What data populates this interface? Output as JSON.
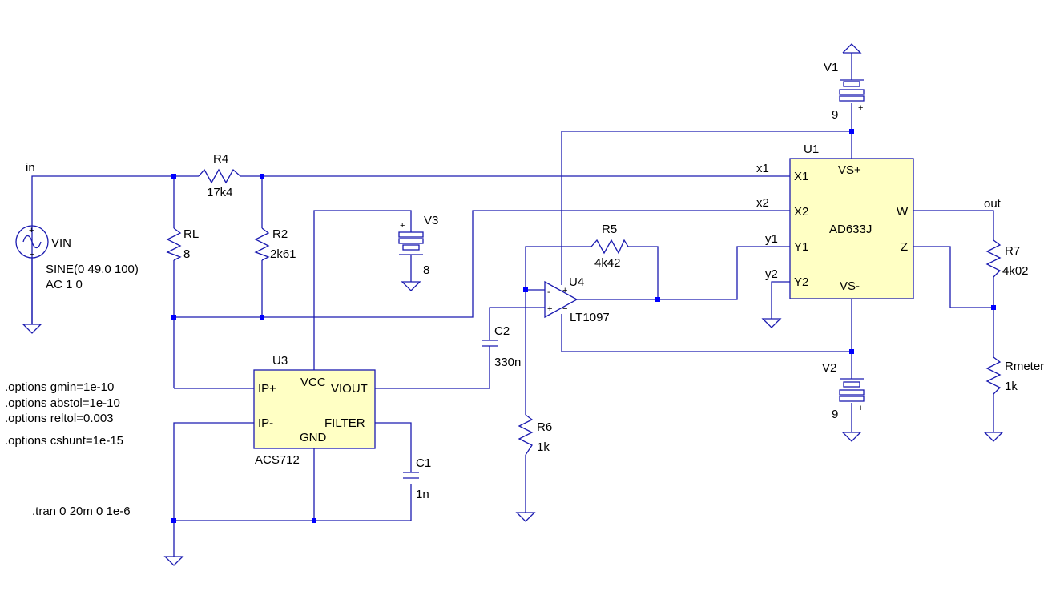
{
  "nets": {
    "in": "in",
    "x1": "x1",
    "x2": "x2",
    "y1": "y1",
    "y2": "y2",
    "out": "out"
  },
  "components": {
    "V1": {
      "ref": "V1",
      "value": "9"
    },
    "V2": {
      "ref": "V2",
      "value": "9"
    },
    "V3": {
      "ref": "V3",
      "value": "8"
    },
    "VIN": {
      "ref": "VIN",
      "value": "SINE(0 49.0 100)",
      "ac": "AC 1 0"
    },
    "R4": {
      "ref": "R4",
      "value": "17k4"
    },
    "RL": {
      "ref": "RL",
      "value": "8"
    },
    "R2": {
      "ref": "R2",
      "value": "2k61"
    },
    "R5": {
      "ref": "R5",
      "value": "4k42"
    },
    "R6": {
      "ref": "R6",
      "value": "1k"
    },
    "R7": {
      "ref": "R7",
      "value": "4k02"
    },
    "Rmeter": {
      "ref": "Rmeter",
      "value": "1k"
    },
    "C1": {
      "ref": "C1",
      "value": "1n"
    },
    "C2": {
      "ref": "C2",
      "value": "330n"
    },
    "U1": {
      "ref": "U1",
      "part": "AD633J",
      "pins": {
        "x1": "X1",
        "x2": "X2",
        "y1": "Y1",
        "y2": "Y2",
        "vsp": "VS+",
        "vsn": "VS-",
        "w": "W",
        "z": "Z"
      }
    },
    "U3": {
      "ref": "U3",
      "part": "ACS712",
      "pins": {
        "ipp": "IP+",
        "ipm": "IP-",
        "vcc": "VCC",
        "viout": "VIOUT",
        "filter": "FILTER",
        "gnd": "GND"
      }
    },
    "U4": {
      "ref": "U4",
      "part": "LT1097",
      "pins": {
        "minus": "-",
        "plus": "+"
      }
    }
  },
  "directives": {
    "gmin": ".options gmin=1e-10",
    "abstol": ".options abstol=1e-10",
    "reltol": ".options reltol=0.003",
    "cshunt": ".options cshunt=1e-15",
    "tran": ".tran 0 20m 0 1e-6"
  },
  "symbols": {
    "plus": "+"
  }
}
